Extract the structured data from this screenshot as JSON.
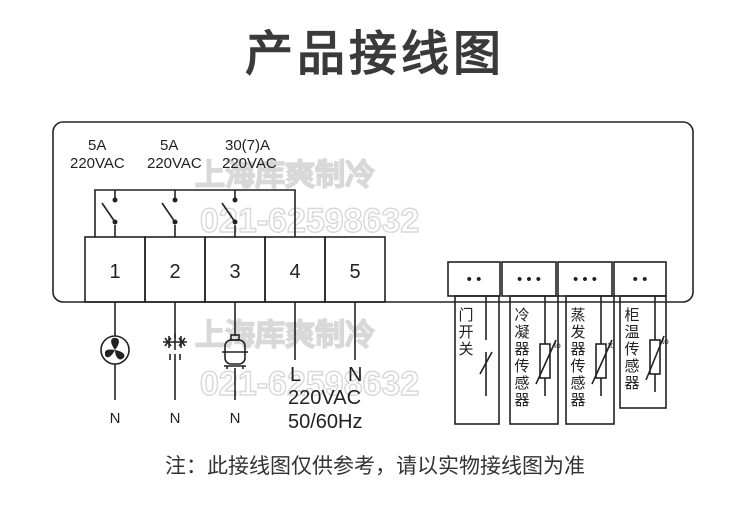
{
  "title": "产品接线图",
  "footnote": "注：此接线图仅供参考，请以实物接线图为准",
  "watermark": {
    "company": "上海库爽制冷",
    "phone": "021-62598632"
  },
  "relays": [
    {
      "current": "5A",
      "voltage": "220VAC"
    },
    {
      "current": "5A",
      "voltage": "220VAC"
    },
    {
      "current": "30(7)A",
      "voltage": "220VAC"
    }
  ],
  "terminals": [
    "1",
    "2",
    "3",
    "4",
    "5"
  ],
  "loads": [
    {
      "icon": "fan-icon",
      "neutral": "N"
    },
    {
      "icon": "snowflake-defrost-icon",
      "neutral": "N"
    },
    {
      "icon": "compressor-icon",
      "neutral": "N"
    }
  ],
  "power": {
    "line": "L",
    "neutral": "N",
    "voltage": "220VAC",
    "frequency": "50/60Hz"
  },
  "sensor_connectors": [
    {
      "dots": "• •"
    },
    {
      "dots": "• • •"
    },
    {
      "dots": "• • •"
    },
    {
      "dots": "• •"
    }
  ],
  "sensor_labels": [
    "门开关",
    "冷凝器传感器",
    "蒸发器传感器",
    "柜温传感器"
  ],
  "sensor_symbol_label": "to"
}
